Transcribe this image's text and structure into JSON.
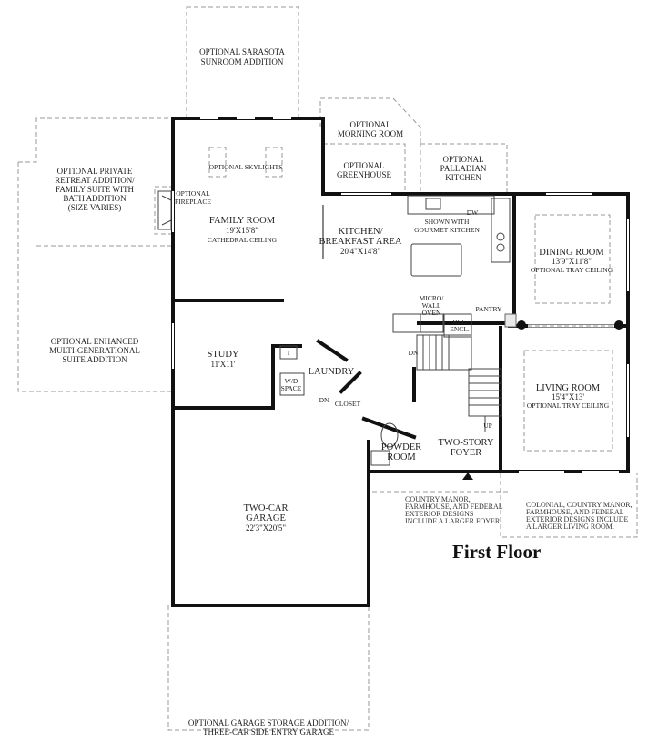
{
  "title": "First Floor",
  "rooms": {
    "sunroom": [
      "OPTIONAL SARASOTA",
      "SUNROOM ADDITION"
    ],
    "morning_room": [
      "OPTIONAL",
      "MORNING ROOM"
    ],
    "greenhouse": [
      "OPTIONAL",
      "GREENHOUSE"
    ],
    "palladian_kitchen": [
      "OPTIONAL",
      "PALLADIAN",
      "KITCHEN"
    ],
    "retreat": [
      "OPTIONAL PRIVATE",
      "RETREAT ADDITION/",
      "FAMILY SUITE WITH",
      "BATH ADDITION",
      "(SIZE VARIES)"
    ],
    "fireplace": [
      "OPTIONAL",
      "FIREPLACE"
    ],
    "skylights": "OPTIONAL SKYLIGHTS",
    "family_room": {
      "name": "FAMILY ROOM",
      "size": "19'X15'8\"",
      "note": "CATHEDRAL CEILING"
    },
    "kitchen": {
      "name": "KITCHEN/",
      "name2": "BREAKFAST AREA",
      "size": "20'4\"X14'8\""
    },
    "gourmet": [
      "SHOWN WITH",
      "GOURMET KITCHEN"
    ],
    "dw": "DW",
    "dining_room": {
      "name": "DINING ROOM",
      "size": "13'9\"X11'8\"",
      "note": "OPTIONAL TRAY CEILING"
    },
    "multi_gen": [
      "OPTIONAL ENHANCED",
      "MULTI-GENERATIONAL",
      "SUITE ADDITION"
    ],
    "micro": [
      "MICRO/",
      "WALL",
      "OVEN"
    ],
    "ref": [
      "REF.",
      "ENCL."
    ],
    "pantry": "PANTRY",
    "study": {
      "name": "STUDY",
      "size": "11'X11'"
    },
    "t": "T",
    "laundry": "LAUNDRY",
    "wd": [
      "W/D",
      "SPACE"
    ],
    "dn1": "DN",
    "dn2": "DN",
    "closet": "CLOSET",
    "up": "UP",
    "living_room": {
      "name": "LIVING ROOM",
      "size": "15'4\"X13'",
      "note": "OPTIONAL TRAY CEILING"
    },
    "powder": [
      "POWDER",
      "ROOM"
    ],
    "foyer": [
      "TWO-STORY",
      "FOYER"
    ],
    "garage": {
      "name": "TWO-CAR",
      "name2": "GARAGE",
      "size": "22'3\"X20'5\""
    },
    "garage_option": [
      "OPTIONAL GARAGE STORAGE ADDITION/",
      "THREE-CAR SIDE ENTRY GARAGE"
    ]
  },
  "notes": {
    "foyer_note": [
      "COUNTRY MANOR,",
      "FARMHOUSE, AND FEDERAL",
      "EXTERIOR DESIGNS",
      "INCLUDE A LARGER FOYER."
    ],
    "living_note": [
      "COLONIAL, COUNTRY MANOR,",
      "FARMHOUSE, AND FEDERAL",
      "EXTERIOR DESIGNS INCLUDE",
      "A LARGER LIVING ROOM."
    ]
  }
}
